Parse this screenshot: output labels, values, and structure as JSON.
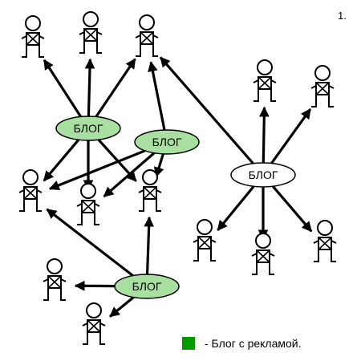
{
  "figure_label": "1.",
  "blog_label": "БЛОГ",
  "legend": {
    "text": "- Блог с рекламой.",
    "swatch_color": "#009900"
  },
  "colors": {
    "ad_blog_fill": "#a9e0a1",
    "plain_blog_fill": "#ffffff",
    "ink": "#000000"
  },
  "nodes": [
    {
      "id": "blog-ad-1",
      "kind": "ad-blog"
    },
    {
      "id": "blog-ad-2",
      "kind": "ad-blog"
    },
    {
      "id": "blog-ad-3",
      "kind": "ad-blog"
    },
    {
      "id": "blog-plain",
      "kind": "blog"
    },
    {
      "id": "person-1",
      "kind": "person"
    },
    {
      "id": "person-2",
      "kind": "person"
    },
    {
      "id": "person-3",
      "kind": "person"
    },
    {
      "id": "person-4",
      "kind": "person"
    },
    {
      "id": "person-5",
      "kind": "person"
    },
    {
      "id": "person-6",
      "kind": "person"
    },
    {
      "id": "person-7",
      "kind": "person"
    },
    {
      "id": "person-8",
      "kind": "person"
    },
    {
      "id": "person-9",
      "kind": "person"
    },
    {
      "id": "person-10",
      "kind": "person"
    },
    {
      "id": "person-11",
      "kind": "person"
    },
    {
      "id": "person-12",
      "kind": "person"
    },
    {
      "id": "person-13",
      "kind": "person"
    },
    {
      "id": "person-14",
      "kind": "person"
    },
    {
      "id": "person-15",
      "kind": "person"
    }
  ],
  "edges": [
    {
      "from": "blog-ad-1",
      "to": "person-1"
    },
    {
      "from": "blog-ad-1",
      "to": "person-2"
    },
    {
      "from": "blog-ad-1",
      "to": "person-3"
    },
    {
      "from": "blog-ad-1",
      "to": "person-4"
    },
    {
      "from": "blog-ad-1",
      "to": "person-5"
    },
    {
      "from": "blog-ad-1",
      "to": "person-6"
    },
    {
      "from": "blog-ad-2",
      "to": "person-3"
    },
    {
      "from": "blog-ad-2",
      "to": "person-4"
    },
    {
      "from": "blog-ad-2",
      "to": "person-5"
    },
    {
      "from": "blog-ad-2",
      "to": "person-6"
    },
    {
      "from": "blog-plain",
      "to": "person-3"
    },
    {
      "from": "blog-plain",
      "to": "person-7"
    },
    {
      "from": "blog-plain",
      "to": "person-8"
    },
    {
      "from": "blog-plain",
      "to": "person-9"
    },
    {
      "from": "blog-plain",
      "to": "person-10"
    },
    {
      "from": "blog-plain",
      "to": "person-11"
    },
    {
      "from": "blog-ad-3",
      "to": "person-4"
    },
    {
      "from": "blog-ad-3",
      "to": "person-6"
    },
    {
      "from": "blog-ad-3",
      "to": "person-13"
    },
    {
      "from": "blog-ad-3",
      "to": "person-14"
    }
  ]
}
